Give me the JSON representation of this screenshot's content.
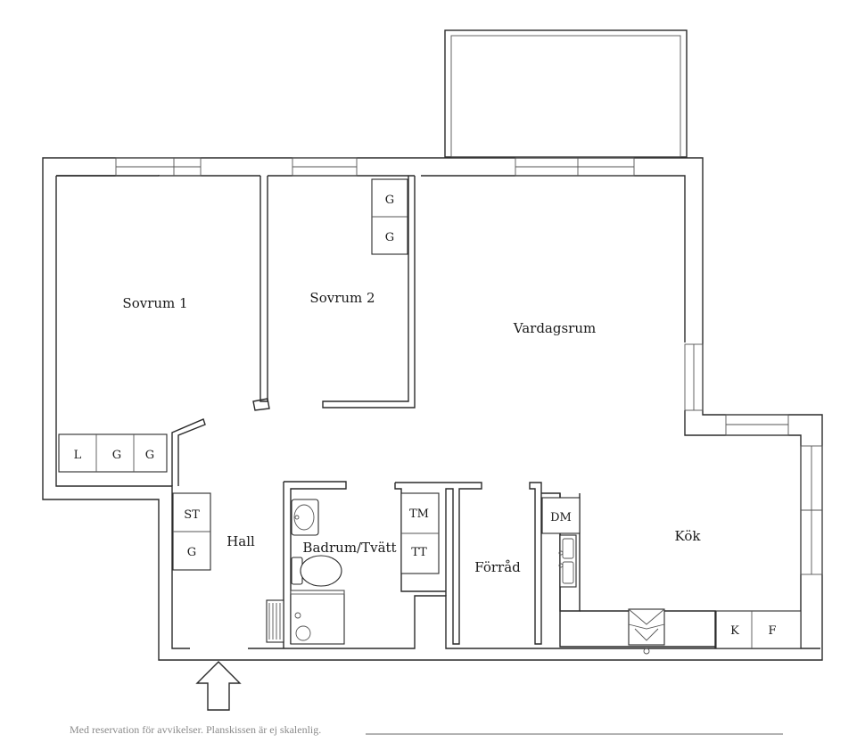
{
  "rooms": {
    "sovrum1": "Sovrum 1",
    "sovrum2": "Sovrum 2",
    "vardagsrum": "Vardagsrum",
    "hall": "Hall",
    "badrum": "Badrum/Tvätt",
    "forrad": "Förråd",
    "kok": "Kök"
  },
  "fixtures": {
    "l": "L",
    "g": "G",
    "st": "ST",
    "tm": "TM",
    "tt": "TT",
    "dm": "DM",
    "k": "K",
    "f": "F"
  },
  "footer": {
    "disclaimer": "Med reservation för avvikelser. Planskissen är ej skalenlig."
  },
  "icons": {
    "entrance": "entrance-arrow-icon",
    "sink": "sink-icon",
    "toilet": "toilet-icon",
    "shower": "shower-icon",
    "radiator": "radiator-icon",
    "kitchen_sink": "kitchen-sink-icon",
    "stove_hood": "stove-hood-icon"
  }
}
